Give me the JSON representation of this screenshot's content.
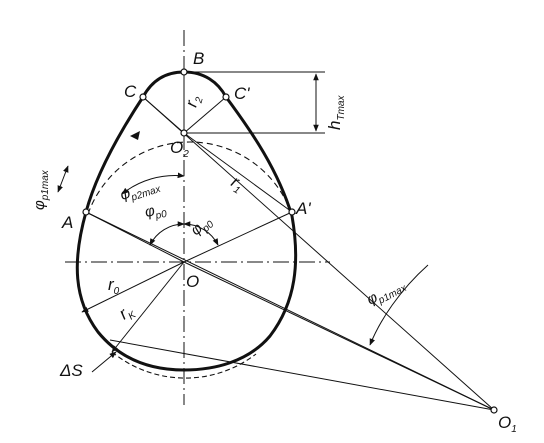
{
  "labels": {
    "B": "B",
    "C": "C",
    "C_prime": "C'",
    "A": "A",
    "A_prime": "A'",
    "O": "O",
    "O2": {
      "main": "O",
      "sub": "2"
    },
    "O1": {
      "main": "O",
      "sub": "1"
    },
    "r0": {
      "main": "r",
      "sub": "0"
    },
    "r1": {
      "main": "r",
      "sub": "1"
    },
    "r2": {
      "main": "r",
      "sub": "2"
    },
    "rK": {
      "main": "r",
      "sub": "K"
    },
    "hTmax": {
      "main": "h",
      "sub": "Tmax"
    },
    "phi_p1max_left": {
      "main": "φ",
      "sub": "p1max"
    },
    "phi_p1max_right": {
      "main": "φ",
      "sub": "p1max"
    },
    "phi_p2max": {
      "main": "φ",
      "sub": "p2max"
    },
    "phi_p0_left": {
      "main": "φ",
      "sub": "p0"
    },
    "phi_p0_right": {
      "main": "φ",
      "sub": "p0"
    },
    "delta_s": "ΔS"
  },
  "colors": {
    "ink": "#111111",
    "background": "#ffffff"
  }
}
